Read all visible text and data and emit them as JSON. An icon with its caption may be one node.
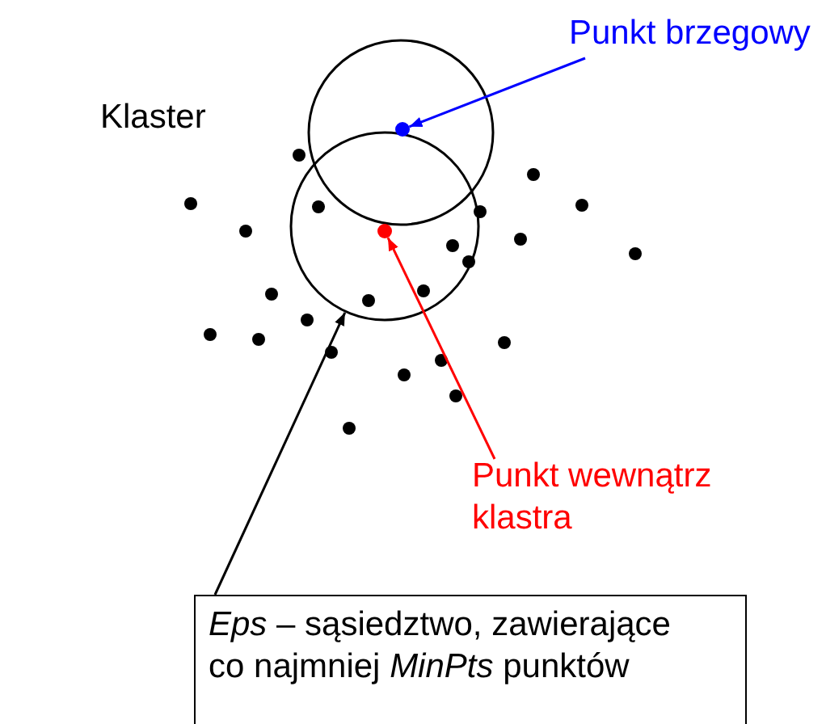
{
  "diagram": {
    "nodes": [
      {
        "text": [
          "Punkt brzegowy"
        ]
      },
      {
        "text": [],
        "shape": "circle"
      },
      {
        "text": [
          "Punkt wewnątrz klastra"
        ]
      },
      {
        "text": [],
        "shape": "circle",
        "in": 5
      },
      {
        "text": [
          "*Eps* – sąsiedztwo, zawierające co najmniej *MinPts* punktów"
        ]
      },
      {
        "text": [],
        "shape": "circle"
      }
    ],
    "edges": [
      {
        "from": 0,
        "to": 1,
        "arrow": "to",
        "color": "#0000ff"
      },
      {
        "from": 2,
        "to": 3,
        "arrow": "to",
        "color": "#ff0000"
      },
      {
        "from": 4,
        "to": 5,
        "arrow": "to",
        "color": "#000000"
      }
    ],
    "labels": [
      "Klaster"
    ]
  }
}
